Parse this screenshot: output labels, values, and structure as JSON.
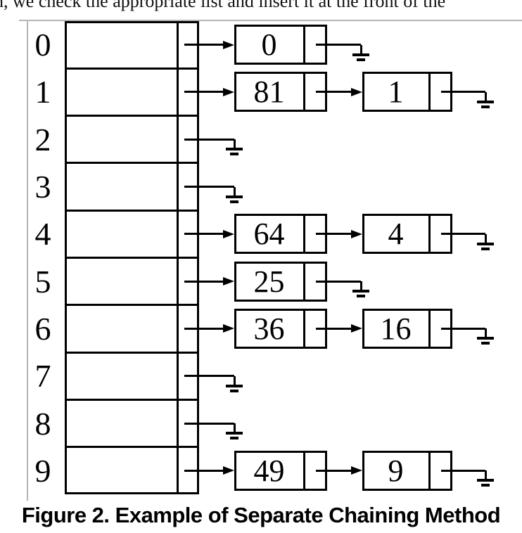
{
  "page": {
    "top_text_fragment": "n, we check the appropriate list and insert it at the front of the",
    "caption": "Figure 2. Example of Separate Chaining Method"
  },
  "figure": {
    "type": "separate-chaining-hash-table",
    "null_symbol": "ground",
    "colors": {
      "line": "#000000",
      "faint_border": "#b5b5b5",
      "background": "#ffffff"
    },
    "buckets": [
      {
        "index": "0",
        "chain": [
          "0"
        ]
      },
      {
        "index": "1",
        "chain": [
          "81",
          "1"
        ]
      },
      {
        "index": "2",
        "chain": []
      },
      {
        "index": "3",
        "chain": []
      },
      {
        "index": "4",
        "chain": [
          "64",
          "4"
        ]
      },
      {
        "index": "5",
        "chain": [
          "25"
        ]
      },
      {
        "index": "6",
        "chain": [
          "36",
          "16"
        ]
      },
      {
        "index": "7",
        "chain": []
      },
      {
        "index": "8",
        "chain": []
      },
      {
        "index": "9",
        "chain": [
          "49",
          "9"
        ]
      }
    ]
  }
}
